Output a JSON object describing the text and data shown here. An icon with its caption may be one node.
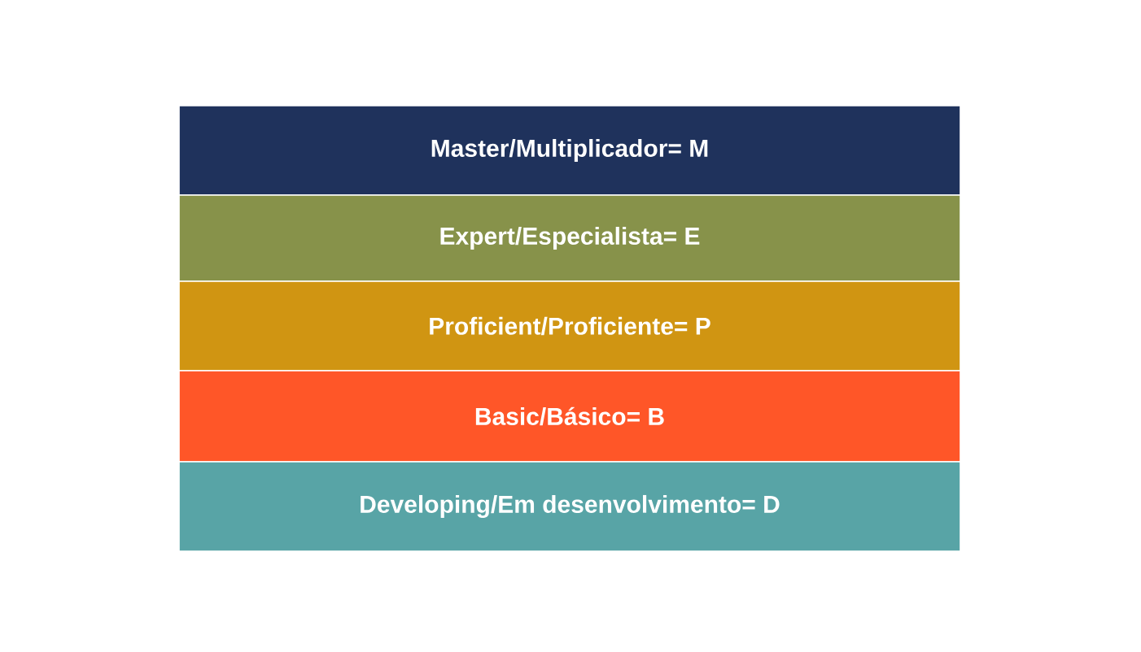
{
  "diagram": {
    "nodes": [
      {
        "text": [
          "Master/Multiplicador= M"
        ]
      },
      {
        "text": [
          "Expert/Especialista= E"
        ]
      },
      {
        "text": [
          "Proficient/Proficiente= P"
        ]
      },
      {
        "text": [
          "Basic/Básico= B"
        ]
      },
      {
        "text": [
          "Developing/Em desenvolvimento= D"
        ]
      }
    ]
  }
}
